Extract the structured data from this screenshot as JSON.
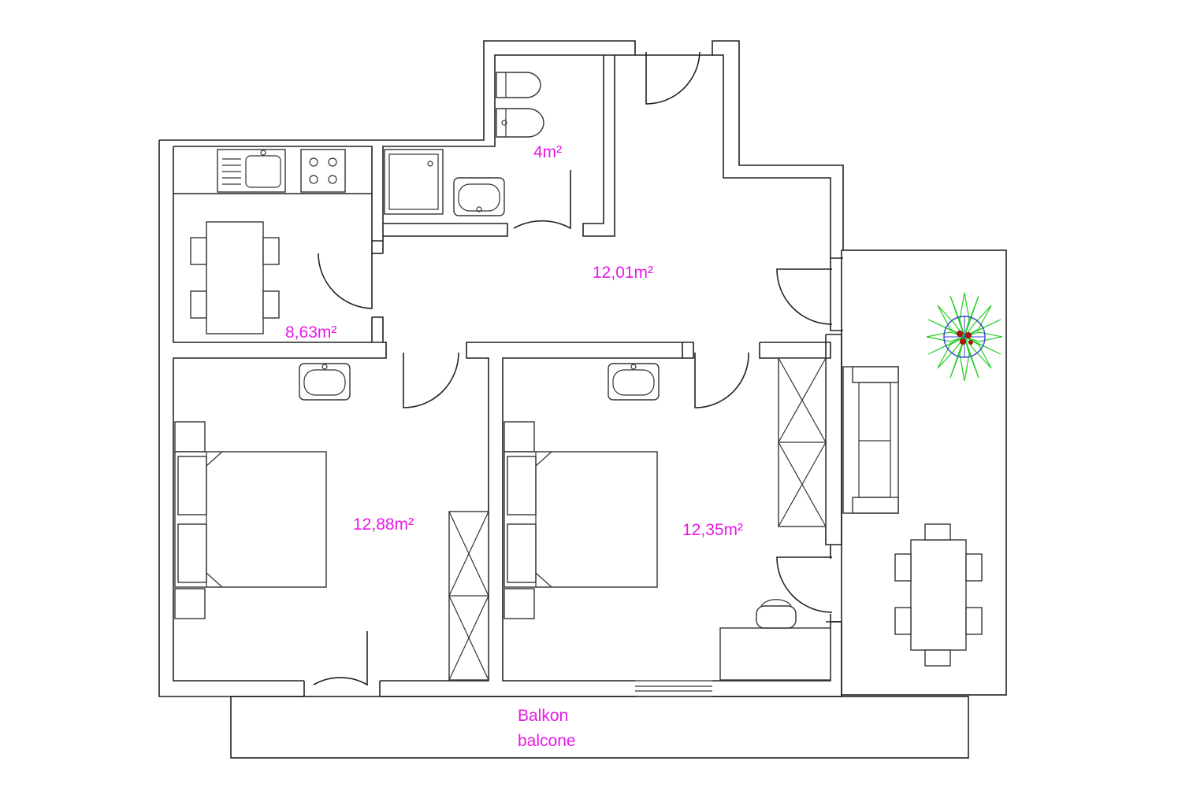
{
  "rooms": [
    {
      "id": "bathroom",
      "area_label": "4m²"
    },
    {
      "id": "hall",
      "area_label": "12,01m²"
    },
    {
      "id": "kitchen",
      "area_label": "8,63m²"
    },
    {
      "id": "bedroom-1",
      "area_label": "12,88m²"
    },
    {
      "id": "bedroom-2",
      "area_label": "12,35m²"
    }
  ],
  "balcony": {
    "label_de": "Balkon",
    "label_it": "balcone"
  },
  "colors": {
    "label": "#e619e6",
    "wall": "#222222",
    "plant_leaves": "#22cc22",
    "plant_ring": "#3344cc",
    "plant_center": "#aa1111"
  }
}
